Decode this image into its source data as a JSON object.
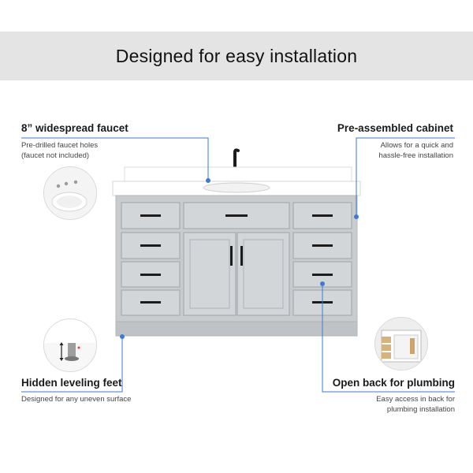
{
  "header": {
    "title": "Designed for easy installation"
  },
  "features": [
    {
      "title": "8” widespread faucet",
      "desc_lines": [
        "Pre-drilled faucet holes",
        "(faucet not included)"
      ],
      "icon": "sink-faucet-holes-icon"
    },
    {
      "title": "Pre-assembled cabinet",
      "desc_lines": [
        "Allows for  a quick and",
        "hassle-free installation"
      ],
      "icon": "cabinet-icon"
    },
    {
      "title": "Hidden leveling feet",
      "desc_lines": [
        "Designed for any uneven surface"
      ],
      "icon": "leveling-foot-icon"
    },
    {
      "title": "Open back for plumbing",
      "desc_lines": [
        "Easy access in back for",
        "plumbing installation"
      ],
      "icon": "open-back-cabinet-icon"
    }
  ],
  "colors": {
    "banner_bg": "#e4e4e4",
    "callout_line": "#3a7bd5",
    "cabinet_gray": "#c9cccf",
    "hardware_black": "#1c1c1c",
    "countertop": "#ffffff"
  }
}
